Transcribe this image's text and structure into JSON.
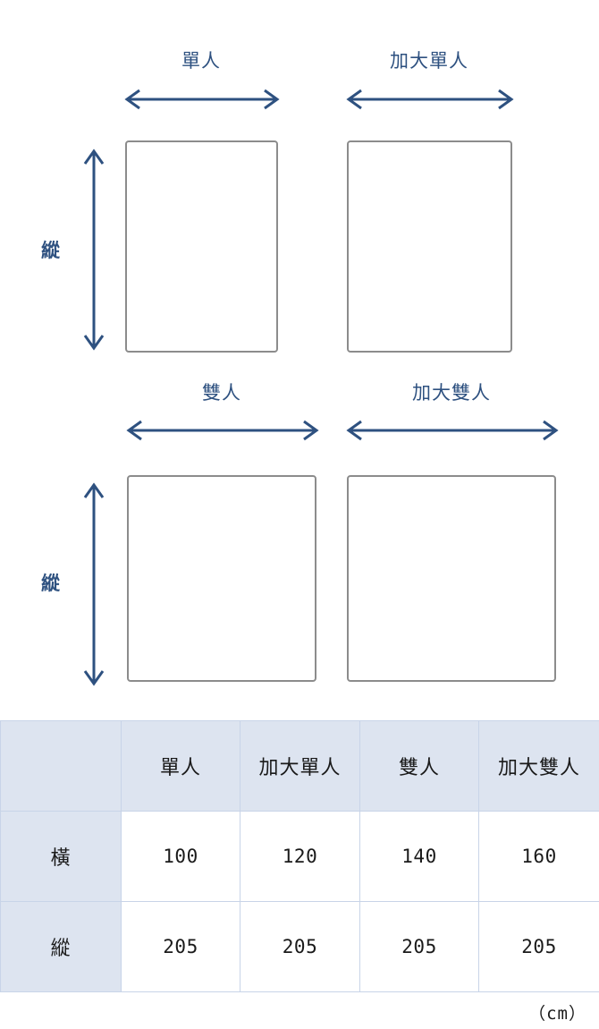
{
  "diagram": {
    "accent_color": "#2E5180",
    "rect_border_color": "#8c8c8c",
    "axis_label_vertical_top": "縱",
    "axis_label_vertical_bottom": "縱",
    "beds": [
      {
        "label": "單人",
        "name": "single"
      },
      {
        "label": "加大單人",
        "name": "super-single"
      },
      {
        "label": "雙人",
        "name": "double"
      },
      {
        "label": "加大雙人",
        "name": "queen"
      }
    ]
  },
  "table": {
    "header_bg": "#dde4f0",
    "border_color": "#c8d4e8",
    "corner_label": "",
    "columns": [
      "單人",
      "加大單人",
      "雙人",
      "加大雙人"
    ],
    "rows": [
      {
        "label": "橫",
        "values": [
          "100",
          "120",
          "140",
          "160"
        ]
      },
      {
        "label": "縱",
        "values": [
          "205",
          "205",
          "205",
          "205"
        ]
      }
    ]
  },
  "unit_note": "（cm）"
}
